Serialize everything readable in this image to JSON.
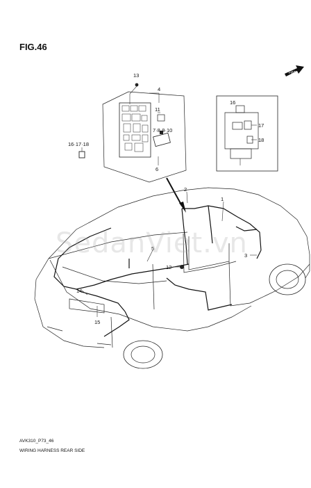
{
  "figure": {
    "title": "FIG.46",
    "code": "AVK310_P73_46",
    "caption": "WIRING HARNESS REAR SIDE",
    "watermark": "SedanViet.vn",
    "fwd_arrow": "FWD"
  },
  "callouts": [
    "1",
    "2",
    "3",
    "4",
    "5",
    "6",
    "7·8·9·10",
    "11",
    "12",
    "13",
    "14",
    "15",
    "16",
    "16·17·18",
    "17",
    "18"
  ],
  "colors": {
    "line": "#222222",
    "watermark": "#aaaaaa"
  }
}
